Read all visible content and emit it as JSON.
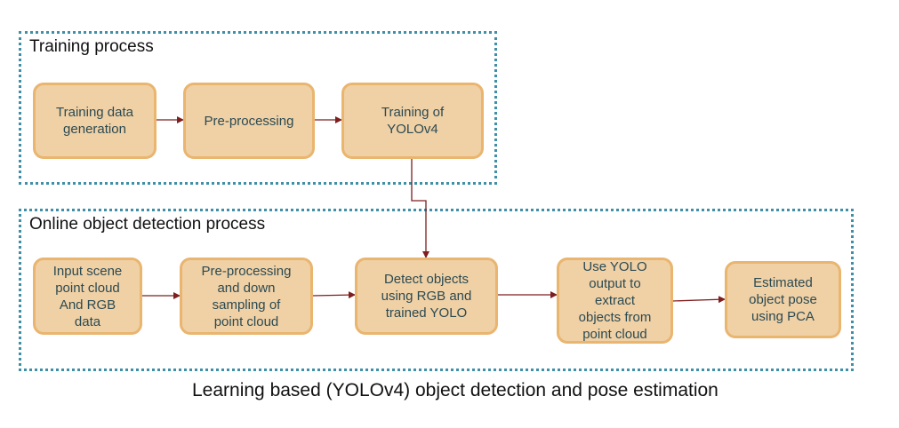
{
  "groups": {
    "training": {
      "title": "Training process"
    },
    "online": {
      "title": "Online object detection process"
    }
  },
  "nodes": {
    "training_data": {
      "lines": [
        "Training data",
        "generation"
      ]
    },
    "preprocessing": {
      "lines": [
        "Pre-processing"
      ]
    },
    "training_yolo": {
      "lines": [
        "Training of",
        "YOLOv4"
      ]
    },
    "input_scene": {
      "lines": [
        "Input scene",
        "point cloud",
        "And RGB",
        "data"
      ]
    },
    "preprocess_down": {
      "lines": [
        "Pre-processing",
        "and down",
        "sampling of",
        "point cloud"
      ]
    },
    "detect_objects": {
      "lines": [
        "Detect objects",
        "using RGB and",
        "trained YOLO"
      ]
    },
    "use_yolo": {
      "lines": [
        "Use YOLO",
        "output to",
        "extract",
        "objects from",
        "point cloud"
      ]
    },
    "estimated_pose": {
      "lines": [
        "Estimated",
        "object pose",
        "using PCA"
      ]
    }
  },
  "caption": "Learning based (YOLOv4) object detection and pose estimation",
  "colors": {
    "node_fill": "#f0d0a5",
    "node_border": "#e9b56f",
    "arrow": "#7e1e1e",
    "group_border": "#3f8fa8"
  }
}
